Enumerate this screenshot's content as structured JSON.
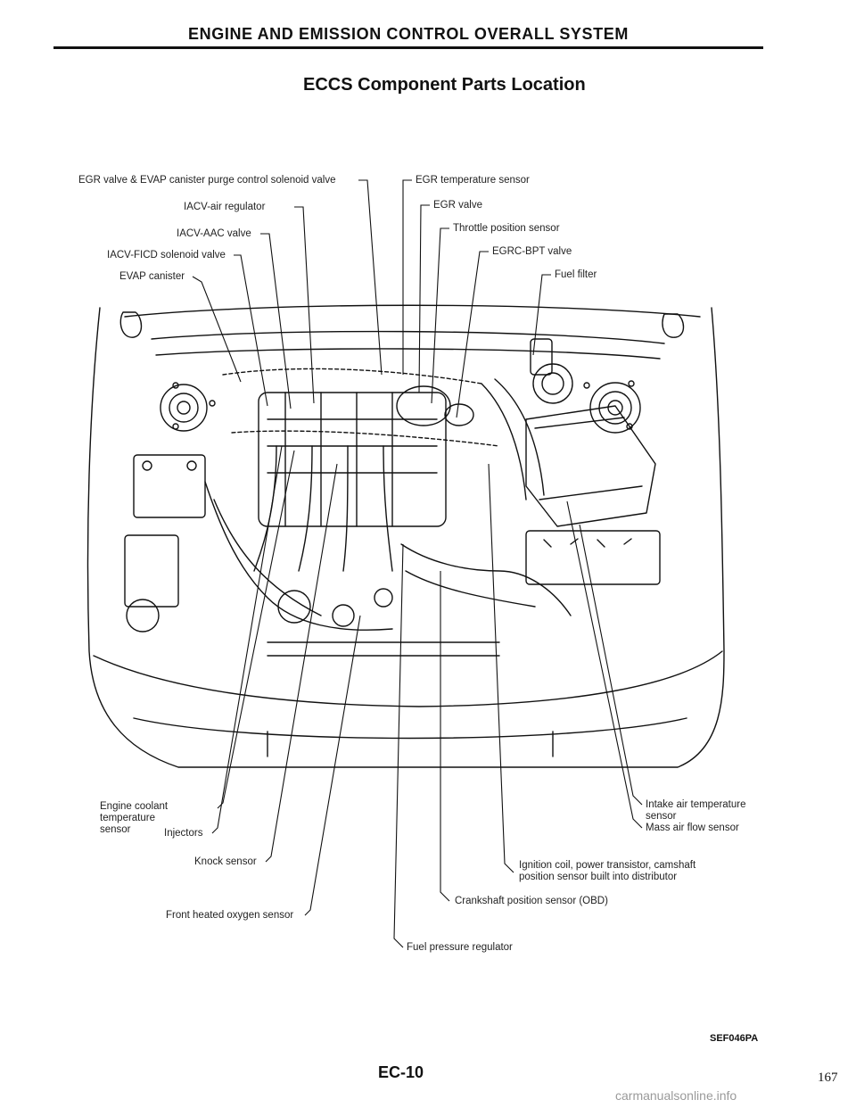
{
  "header": {
    "section_title": "ENGINE AND EMISSION CONTROL OVERALL SYSTEM",
    "page_title": "ECCS Component Parts Location"
  },
  "labels": {
    "egr_evap_valve": "EGR valve & EVAP canister purge control solenoid valve",
    "iacv_air_regulator": "IACV-air regulator",
    "iacv_aac_valve": "IACV-AAC valve",
    "iacv_ficd_valve": "IACV-FICD solenoid valve",
    "evap_canister": "EVAP canister",
    "egr_temp_sensor": "EGR temperature sensor",
    "egr_valve": "EGR valve",
    "throttle_position_sensor": "Throttle position sensor",
    "egrc_bpt_valve": "EGRC-BPT valve",
    "fuel_filter": "Fuel filter",
    "engine_coolant_temp_sensor": "Engine coolant\ntemperature\nsensor",
    "injectors": "Injectors",
    "knock_sensor": "Knock sensor",
    "front_heated_oxygen_sensor": "Front heated oxygen sensor",
    "fuel_pressure_regulator": "Fuel pressure regulator",
    "crankshaft_position_sensor": "Crankshaft position sensor (OBD)",
    "ignition_coil": "Ignition coil, power transistor, camshaft\nposition sensor built into distributor",
    "mass_air_flow_sensor": "Mass air flow sensor",
    "intake_air_temp_sensor": "Intake air temperature\nsensor"
  },
  "footer": {
    "figure_code": "SEF046PA",
    "page_code": "EC-10",
    "page_number": "167",
    "watermark": "carmanualsonline.info"
  }
}
